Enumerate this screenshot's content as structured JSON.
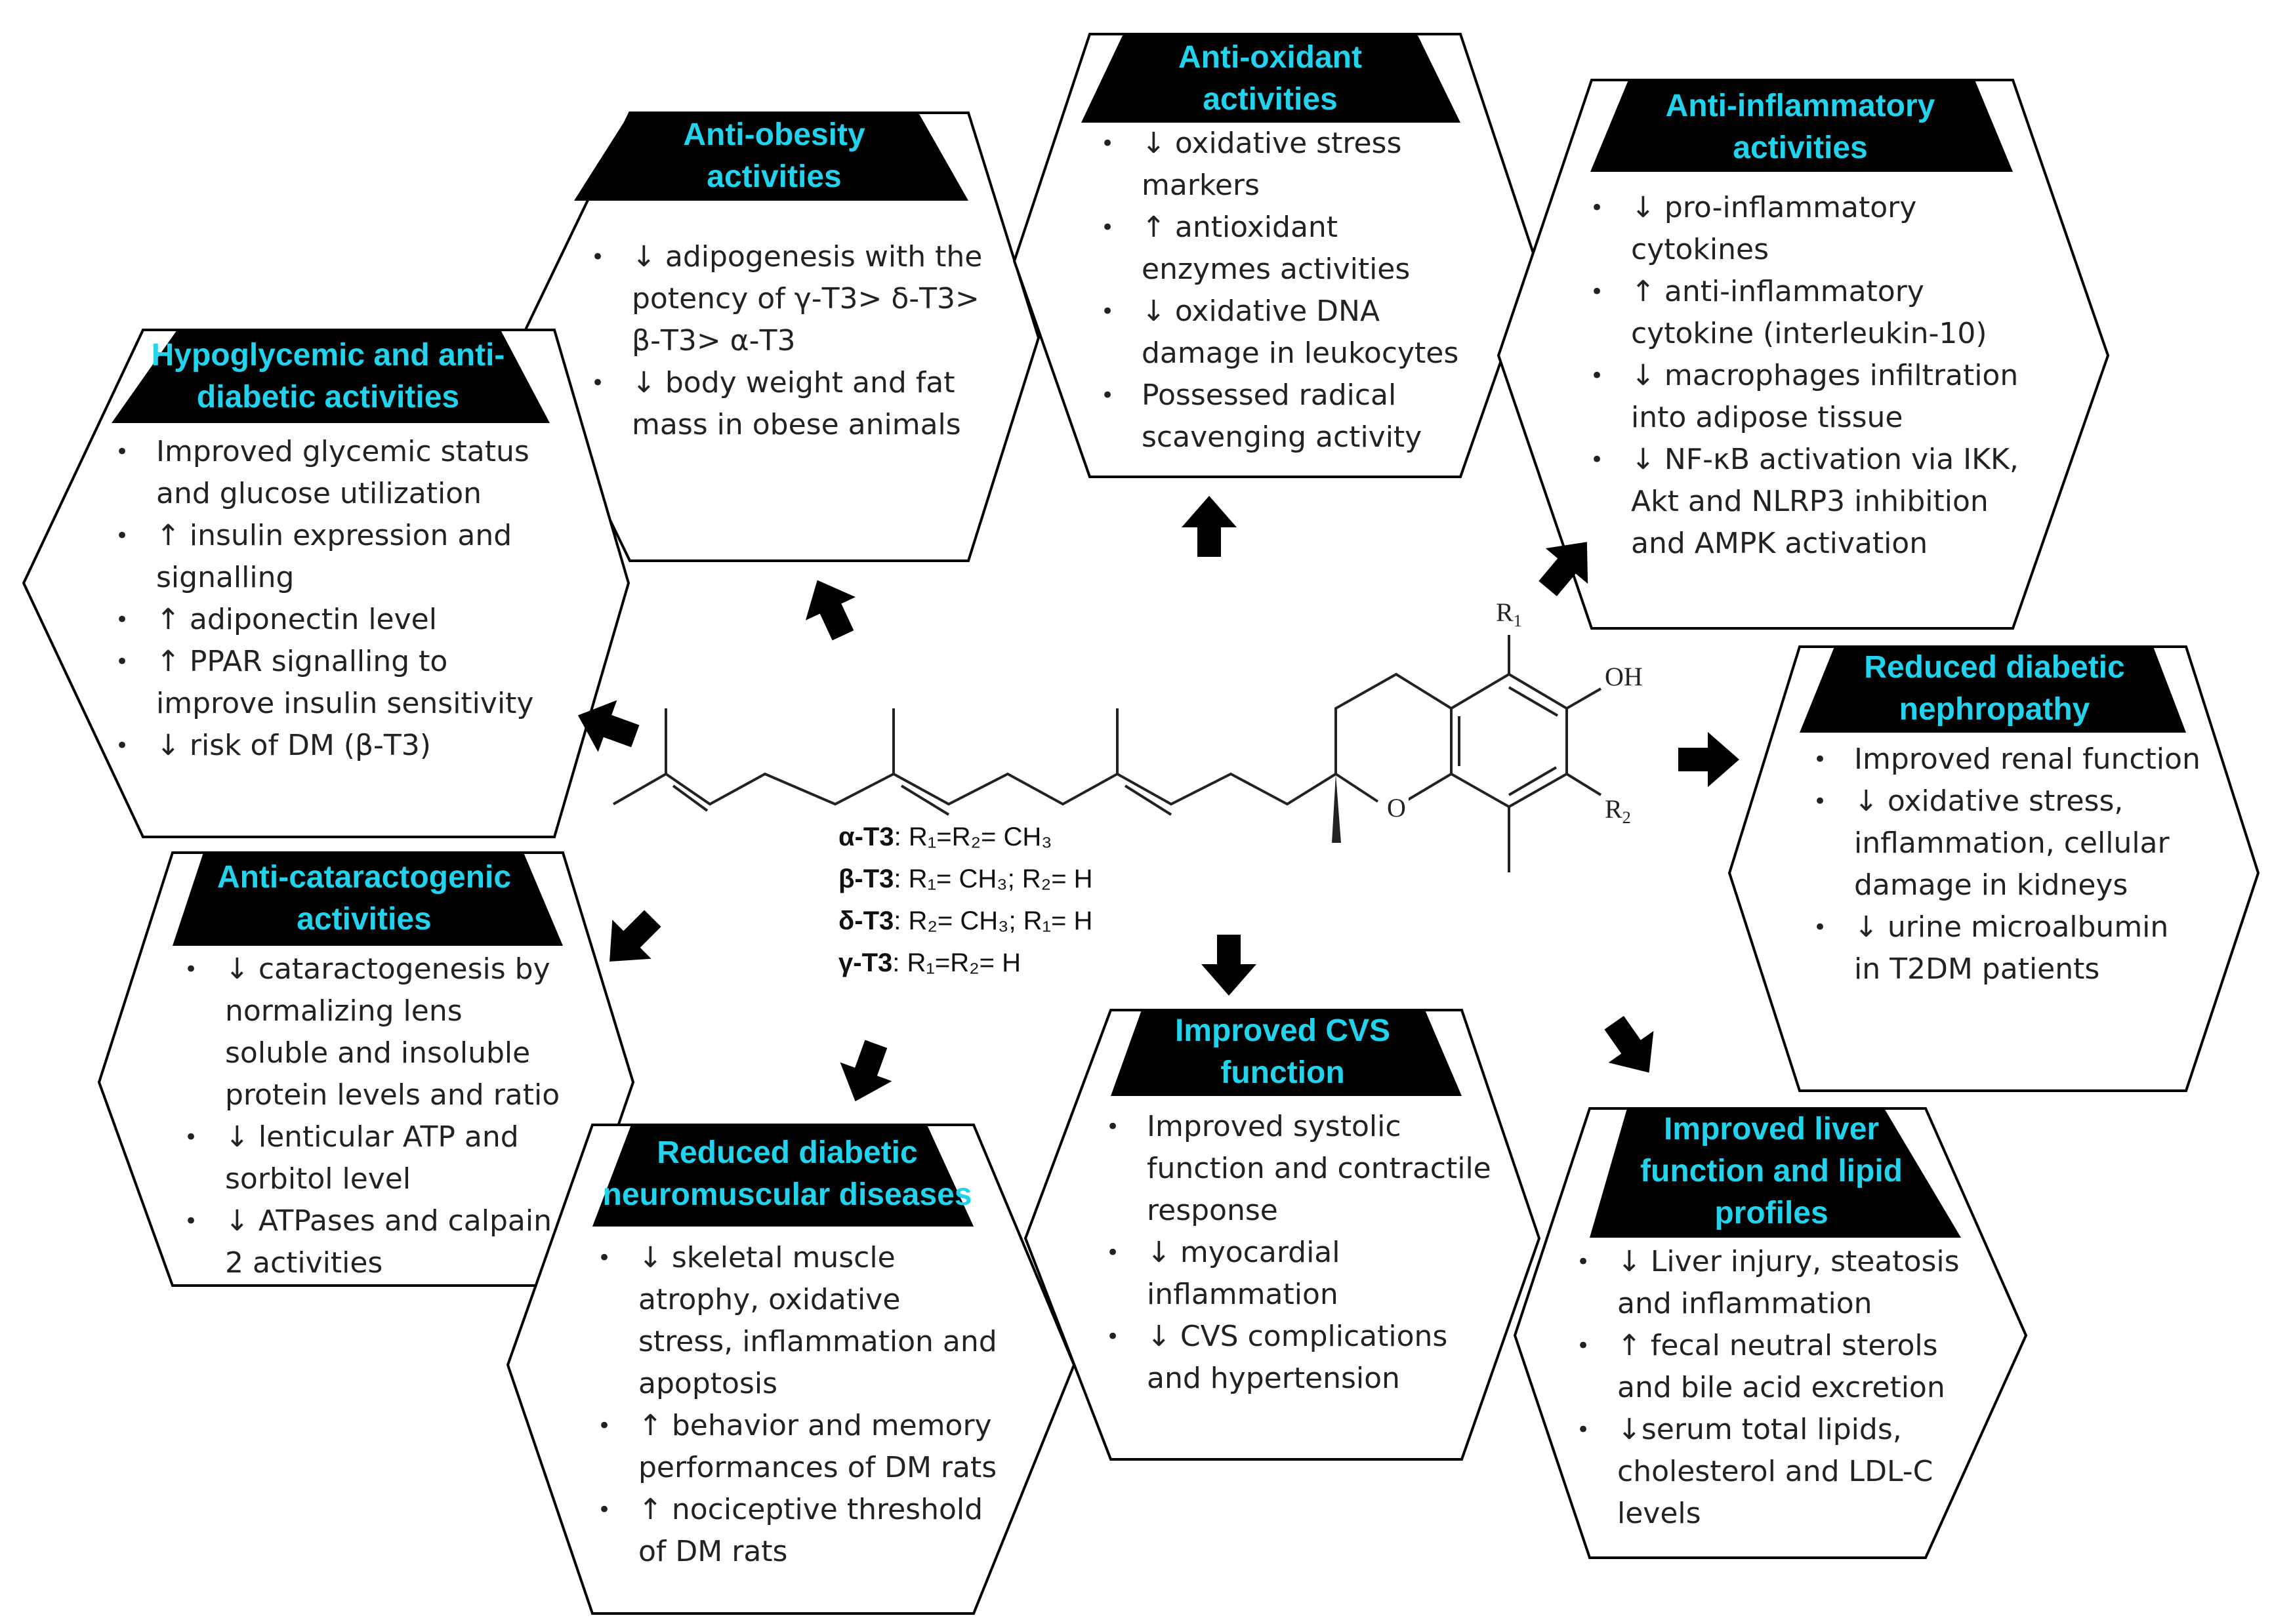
{
  "hexagons": {
    "anti_obesity": {
      "title": "Anti-obesity\nactivities",
      "items": [
        "↓ adipogenesis with the potency of γ-T3> δ-T3> β-T3> α-T3",
        "↓ body weight and  fat mass in obese animals"
      ]
    },
    "anti_oxidant": {
      "title": "Anti-oxidant\nactivities",
      "items": [
        "↓ oxidative stress markers",
        "↑ antioxidant enzymes activities",
        "↓ oxidative DNA damage in leukocytes",
        "Possessed radical scavenging activity"
      ]
    },
    "anti_inflammatory": {
      "title": "Anti-inflammatory\nactivities",
      "items": [
        "↓ pro-inflammatory cytokines",
        "↑ anti-inflammatory cytokine (interleukin-10)",
        "↓ macrophages infiltration into adipose tissue",
        "↓ NF-κB activation via IKK, Akt and NLRP3 inhibition and AMPK activation"
      ]
    },
    "hypoglycemic": {
      "title": "Hypoglycemic and anti-\ndiabetic activities",
      "items": [
        "Improved glycemic status and glucose utilization",
        "↑ insulin expression and signalling",
        "↑ adiponectin level",
        "↑ PPAR signalling to improve insulin sensitivity",
        "↓ risk of DM (β-T3)"
      ]
    },
    "nephropathy": {
      "title": "Reduced diabetic\nnephropathy",
      "items": [
        "Improved renal function",
        "↓ oxidative stress, inflammation, cellular damage in kidneys",
        "↓ urine microalbumin in T2DM patients"
      ]
    },
    "cataract": {
      "title": "Anti-cataractogenic\nactivities",
      "items": [
        "↓ cataractogenesis by normalizing lens soluble and insoluble protein levels and ratio",
        "↓ lenticular ATP and sorbitol level",
        "↓ ATPases and calpain 2 activities"
      ]
    },
    "cvs": {
      "title": "Improved CVS\nfunction",
      "items": [
        "Improved systolic function and contractile response",
        "↓ myocardial inflammation",
        "↓ CVS complications and hypertension"
      ]
    },
    "neuromuscular": {
      "title": "Reduced diabetic\nneuromuscular diseases",
      "items": [
        "↓ skeletal muscle atrophy, oxidative stress, inflammation and apoptosis",
        "↑ behavior and memory performances of DM rats",
        "↑ nociceptive threshold of DM rats"
      ]
    },
    "liver": {
      "title": "Improved liver\nfunction and lipid\nprofiles",
      "items": [
        "↓ Liver injury, steatosis and inflammation",
        "↑ fecal neutral sterols and bile acid excretion",
        "↓serum total lipids, cholesterol and LDL-C levels"
      ]
    }
  },
  "structure": {
    "r1_label": "R",
    "r1_sub": "1",
    "r2_label": "R",
    "r2_sub": "2",
    "oh_label": "OH",
    "o_label": "O",
    "formulas": [
      {
        "name": "α-T3",
        "text": ": R₁=R₂= CH₃"
      },
      {
        "name": "β-T3",
        "text": ": R₁= CH₃; R₂= H"
      },
      {
        "name": "δ-T3",
        "text": ": R₂= CH₃; R₁= H"
      },
      {
        "name": "γ-T3",
        "text": ": R₁=R₂= H"
      }
    ]
  },
  "colors": {
    "title_text": "#22d3ee",
    "header_fill": "#000000",
    "hex_stroke": "#000000",
    "arrow_fill": "#000000"
  }
}
